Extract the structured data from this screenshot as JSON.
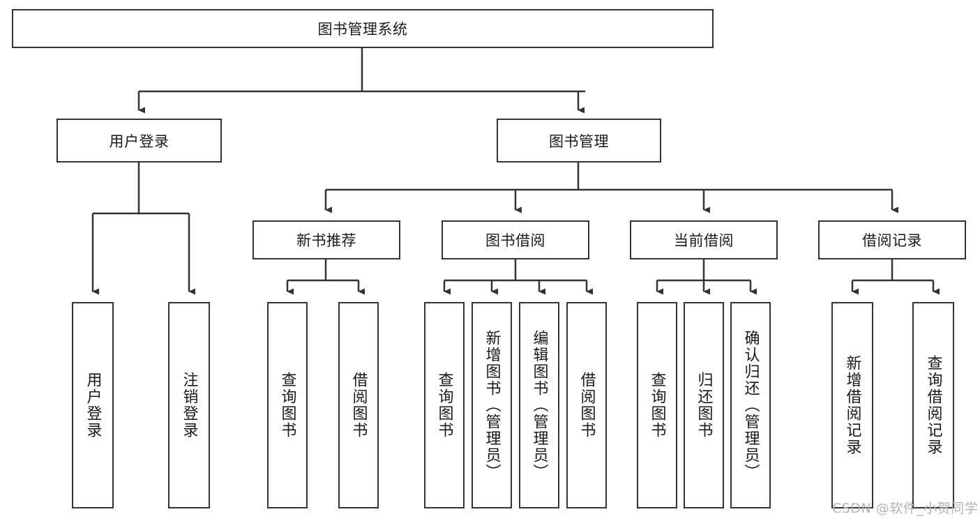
{
  "diagram": {
    "type": "tree-hierarchy",
    "title": "图书管理系统",
    "root": {
      "id": "root",
      "label": "图书管理系统"
    },
    "level2": [
      {
        "id": "user-login",
        "label": "用户登录"
      },
      {
        "id": "book-manage",
        "label": "图书管理"
      }
    ],
    "level3": [
      {
        "id": "new-book-rec",
        "label": "新书推荐",
        "parent": "book-manage"
      },
      {
        "id": "book-borrow",
        "label": "图书借阅",
        "parent": "book-manage"
      },
      {
        "id": "current-borrow",
        "label": "当前借阅",
        "parent": "book-manage"
      },
      {
        "id": "borrow-record",
        "label": "借阅记录",
        "parent": "book-manage"
      }
    ],
    "leaves": [
      {
        "id": "leaf-user-login",
        "label": "用户登录",
        "parent": "user-login"
      },
      {
        "id": "leaf-user-logout",
        "label": "注销登录",
        "parent": "user-login"
      },
      {
        "id": "leaf-query-book-1",
        "label": "查询图书",
        "parent": "new-book-rec"
      },
      {
        "id": "leaf-borrow-book-1",
        "label": "借阅图书",
        "parent": "new-book-rec"
      },
      {
        "id": "leaf-query-book-2",
        "label": "查询图书",
        "parent": "book-borrow"
      },
      {
        "id": "leaf-add-book",
        "label": "新增图书（管理员）",
        "parent": "book-borrow"
      },
      {
        "id": "leaf-edit-book",
        "label": "编辑图书（管理员）",
        "parent": "book-borrow"
      },
      {
        "id": "leaf-borrow-book-2",
        "label": "借阅图书",
        "parent": "book-borrow"
      },
      {
        "id": "leaf-query-book-3",
        "label": "查询图书",
        "parent": "current-borrow"
      },
      {
        "id": "leaf-return-book",
        "label": "归还图书",
        "parent": "current-borrow"
      },
      {
        "id": "leaf-confirm-return",
        "label": "确认归还（管理员）",
        "parent": "current-borrow"
      },
      {
        "id": "leaf-add-record",
        "label": "新增借阅记录",
        "parent": "borrow-record"
      },
      {
        "id": "leaf-query-record",
        "label": "查询借阅记录",
        "parent": "borrow-record"
      }
    ]
  },
  "watermark": {
    "text": "CSDN @软件_小贺同学"
  },
  "colors": {
    "stroke": "#333333",
    "fill": "#ffffff",
    "text": "#1a1a1a",
    "watermark": "#b5b5b5"
  }
}
